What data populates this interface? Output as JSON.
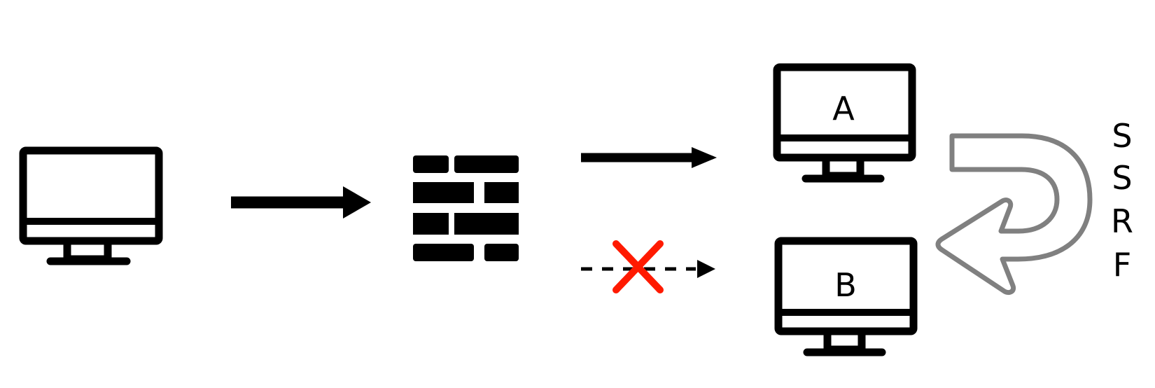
{
  "nodes": {
    "client": {
      "icon": "monitor-icon"
    },
    "firewall": {
      "icon": "firewall-icon"
    },
    "server_a": {
      "icon": "monitor-icon",
      "label": "A"
    },
    "server_b": {
      "icon": "monitor-icon",
      "label": "B"
    }
  },
  "edges": {
    "client_to_firewall": {
      "style": "solid",
      "icon": "arrow-right-icon"
    },
    "firewall_to_a": {
      "style": "solid",
      "status": "allowed",
      "icon": "arrow-right-icon"
    },
    "firewall_to_b": {
      "style": "dashed",
      "status": "blocked",
      "icon": "arrow-right-icon"
    },
    "a_to_b": {
      "style": "outline",
      "icon": "u-turn-arrow-icon"
    }
  },
  "blocked_marker": {
    "icon": "x-mark-icon",
    "color": "#ff1a00"
  },
  "ssrf_letters": [
    "S",
    "S",
    "R",
    "F"
  ],
  "colors": {
    "stroke": "#000000",
    "u_turn": "#808080",
    "blocked": "#ff1a00"
  }
}
